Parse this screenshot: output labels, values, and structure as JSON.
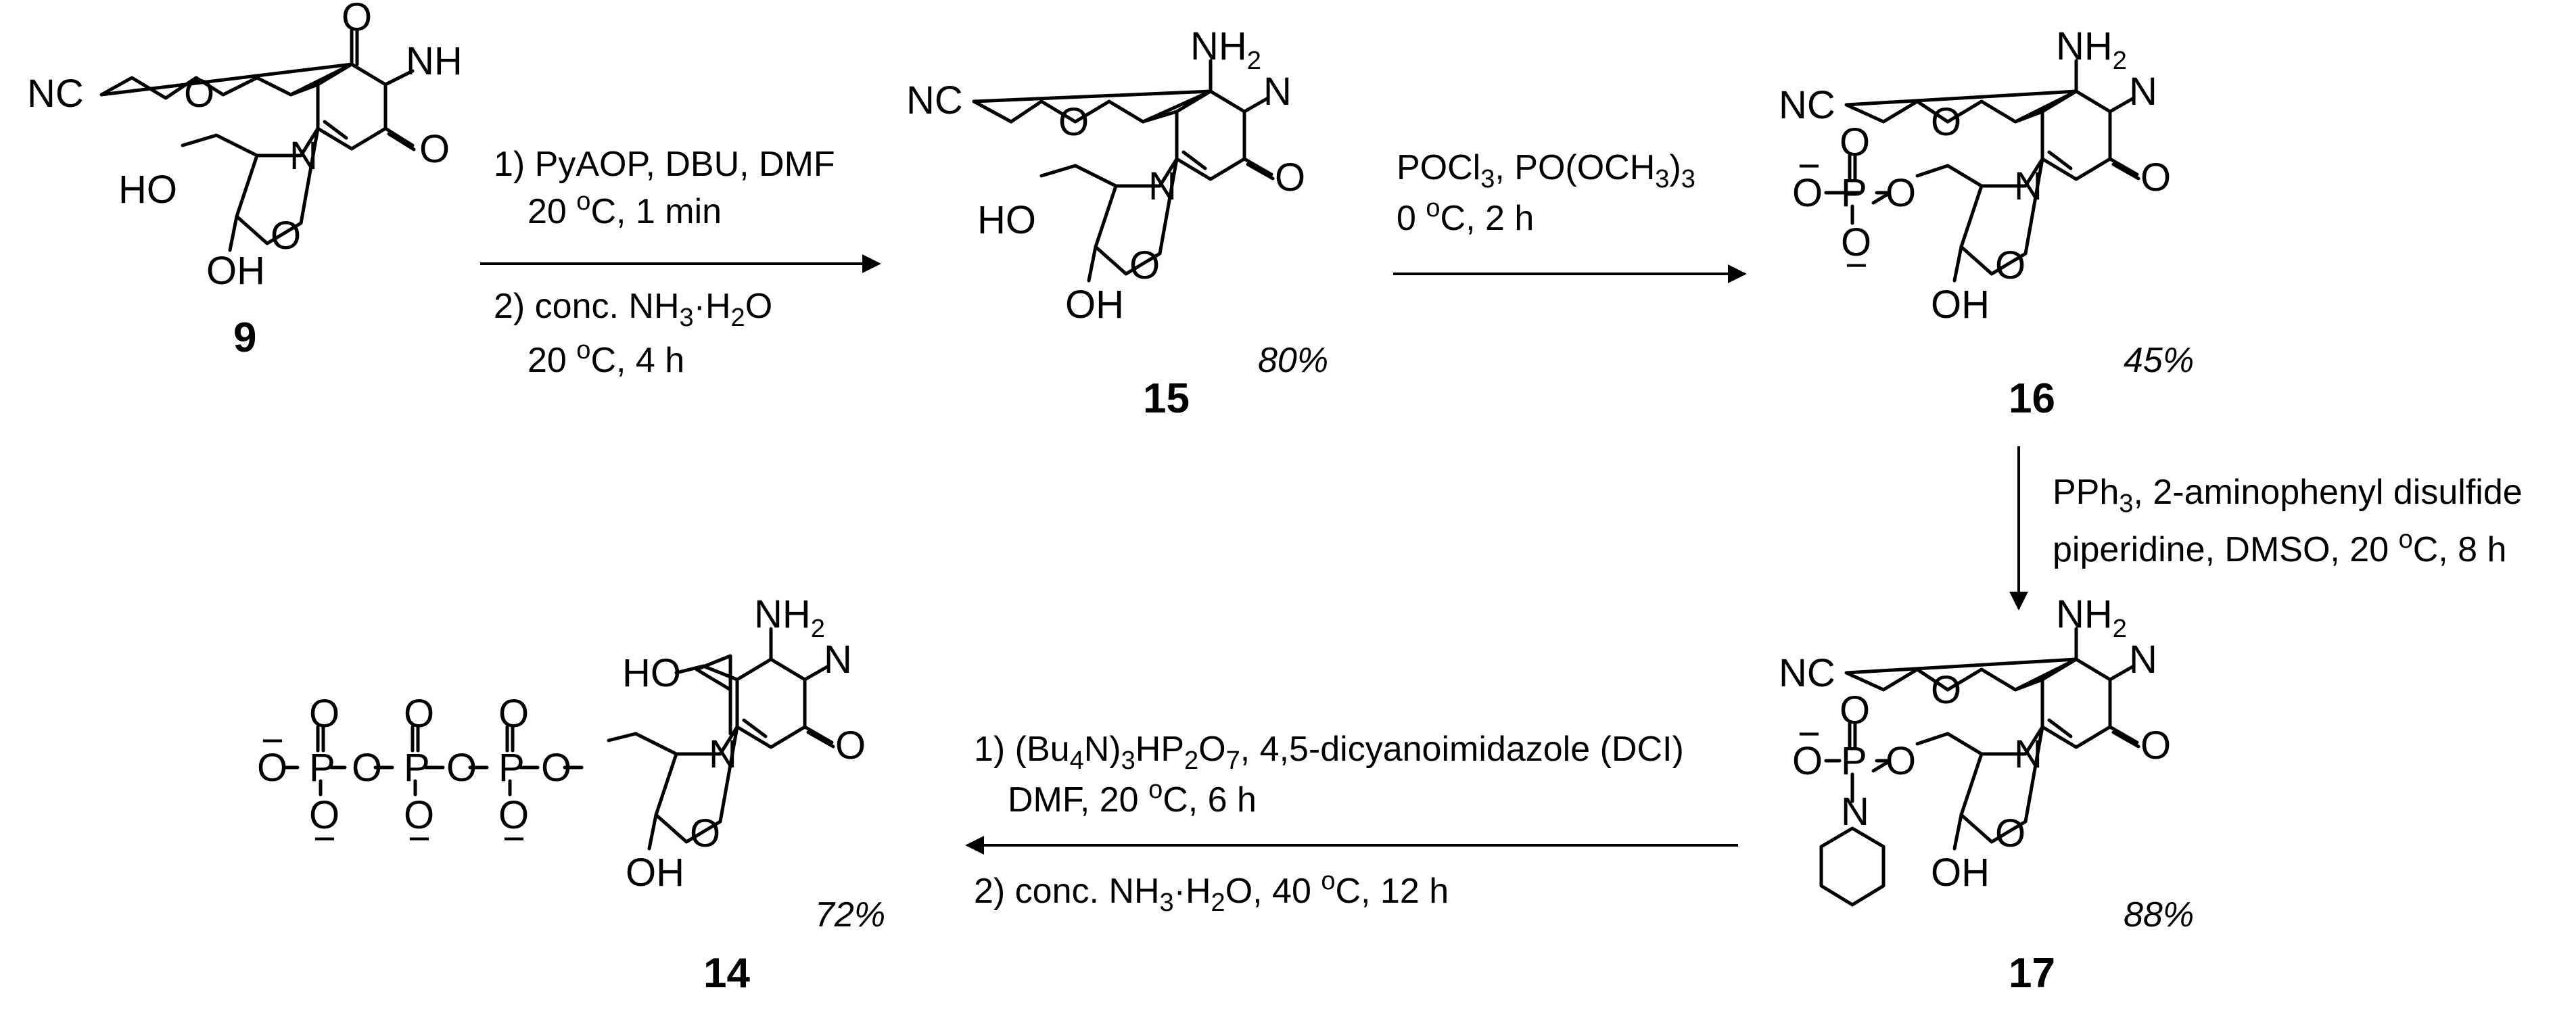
{
  "compounds": [
    {
      "id": "9",
      "atoms": {
        "nc": "NC",
        "o_ether": "O",
        "o_keto": "O",
        "nh": "NH",
        "o_ring": "O",
        "n1": "N",
        "o_carbonyl": "O",
        "ho": "HO",
        "oh": "OH"
      }
    },
    {
      "id": "15",
      "yield": "80%",
      "atoms": {
        "nc": "NC",
        "o_ether": "O",
        "nh2": "NH",
        "nh2_sub": "2",
        "n3": "N",
        "n1": "N",
        "o_carbonyl": "O",
        "o_ring": "O",
        "ho": "HO",
        "oh": "OH"
      }
    },
    {
      "id": "16",
      "yield": "45%",
      "atoms": {
        "nc": "NC",
        "o_ether": "O",
        "nh2": "NH",
        "nh2_sub": "2",
        "n3": "N",
        "n1": "N",
        "o_carbonyl": "O",
        "o_ring": "O",
        "p": "P",
        "o_dbl": "O",
        "o_minus1": "O",
        "o_minus2": "O",
        "o_link": "O",
        "oh": "OH",
        "minus": "−"
      }
    },
    {
      "id": "17",
      "yield": "88%",
      "atoms": {
        "nc": "NC",
        "o_ether": "O",
        "nh2": "NH",
        "nh2_sub": "2",
        "n3": "N",
        "n1": "N",
        "o_carbonyl": "O",
        "o_ring": "O",
        "p": "P",
        "o_dbl": "O",
        "o_minus": "O",
        "o_link": "O",
        "n_pip": "N",
        "oh": "OH",
        "minus": "−"
      }
    },
    {
      "id": "14",
      "yield": "72%",
      "atoms": {
        "nh2": "NH",
        "nh2_sub": "2",
        "n3": "N",
        "n1": "N",
        "o_carbonyl": "O",
        "ho": "HO",
        "o_ring": "O",
        "oh": "OH",
        "p": "P",
        "o": "O",
        "minus": "−"
      }
    }
  ],
  "steps": [
    {
      "id": "step1",
      "conditions": [
        {
          "text": "1) PyAOP, DBU, DMF"
        },
        {
          "pre": "20 ",
          "sup": "o",
          "post": "C, 1 min"
        },
        {
          "pre": "2) conc. NH",
          "sub1": "3",
          "mid": "·H",
          "sub2": "2",
          "post": "O"
        },
        {
          "pre": "20 ",
          "sup": "o",
          "post": "C, 4 h"
        }
      ]
    },
    {
      "id": "step2",
      "conditions": [
        {
          "pre": "POCl",
          "sub1": "3",
          "mid": ", PO(OCH",
          "sub2": "3",
          "post": ")",
          "sub3": "3"
        },
        {
          "pre": "0 ",
          "sup": "o",
          "post": "C, 2 h"
        }
      ]
    },
    {
      "id": "step3",
      "conditions": [
        {
          "pre": "PPh",
          "sub1": "3",
          "post": ", 2-aminophenyl disulfide"
        },
        {
          "pre": "piperidine, DMSO, 20 ",
          "sup": "o",
          "post": "C, 8 h"
        }
      ]
    },
    {
      "id": "step4",
      "conditions": [
        {
          "pre": "1) (Bu",
          "sub1": "4",
          "mid": "N)",
          "sub2": "3",
          "mid2": "HP",
          "sub3": "2",
          "mid3": "O",
          "sub4": "7",
          "post": ", 4,5-dicyanoimidazole (DCI)"
        },
        {
          "pre": "DMF, 20 ",
          "sup": "o",
          "post": "C, 6 h"
        },
        {
          "pre": "2) conc. NH",
          "sub1": "3",
          "mid": "·H",
          "sub2": "2",
          "post": "O, 40 ",
          "sup": "o",
          "post2": "C, 12 h"
        }
      ]
    }
  ]
}
